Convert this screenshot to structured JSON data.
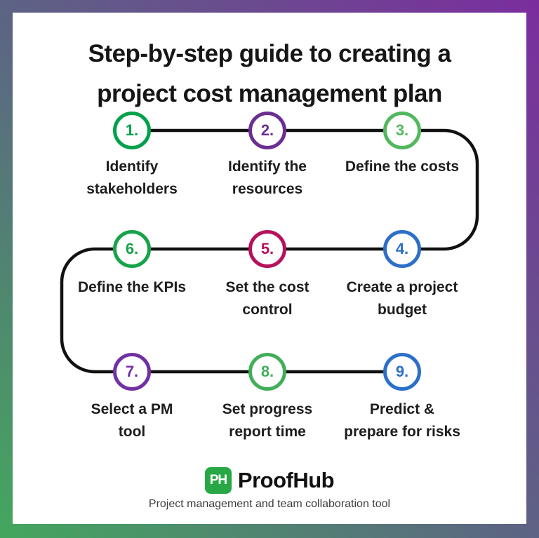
{
  "title": {
    "line1": "Step-by-step guide to creating a",
    "line2": "project cost management plan"
  },
  "steps": [
    {
      "num": "1.",
      "label_line1": "Identify",
      "label_line2": "stakeholders",
      "color": "#00a14b"
    },
    {
      "num": "2.",
      "label_line1": "Identify the",
      "label_line2": "resources",
      "color": "#6b2e91"
    },
    {
      "num": "3.",
      "label_line1": "Define the costs",
      "label_line2": "",
      "color": "#52b85e"
    },
    {
      "num": "4.",
      "label_line1": "Create a project",
      "label_line2": "budget",
      "color": "#2d6fc8"
    },
    {
      "num": "5.",
      "label_line1": "Set the cost",
      "label_line2": "control",
      "color": "#b5125d"
    },
    {
      "num": "6.",
      "label_line1": "Define the KPIs",
      "label_line2": "",
      "color": "#17a34a"
    },
    {
      "num": "7.",
      "label_line1": "Select a PM",
      "label_line2": "tool",
      "color": "#7231a2"
    },
    {
      "num": "8.",
      "label_line1": "Set progress",
      "label_line2": "report time",
      "color": "#41ae58"
    },
    {
      "num": "9.",
      "label_line1": "Predict &",
      "label_line2": "prepare for risks",
      "color": "#2a70c8"
    }
  ],
  "connector_color": "#111111",
  "frame_gradient": {
    "start": "#44a75e",
    "mid": "#5c6583",
    "end": "#7b2d9e"
  },
  "footer": {
    "logo_badge": "PH",
    "brand": "ProofHub",
    "brand_green": "#28a745",
    "tagline": "Project management and team collaboration tool"
  }
}
